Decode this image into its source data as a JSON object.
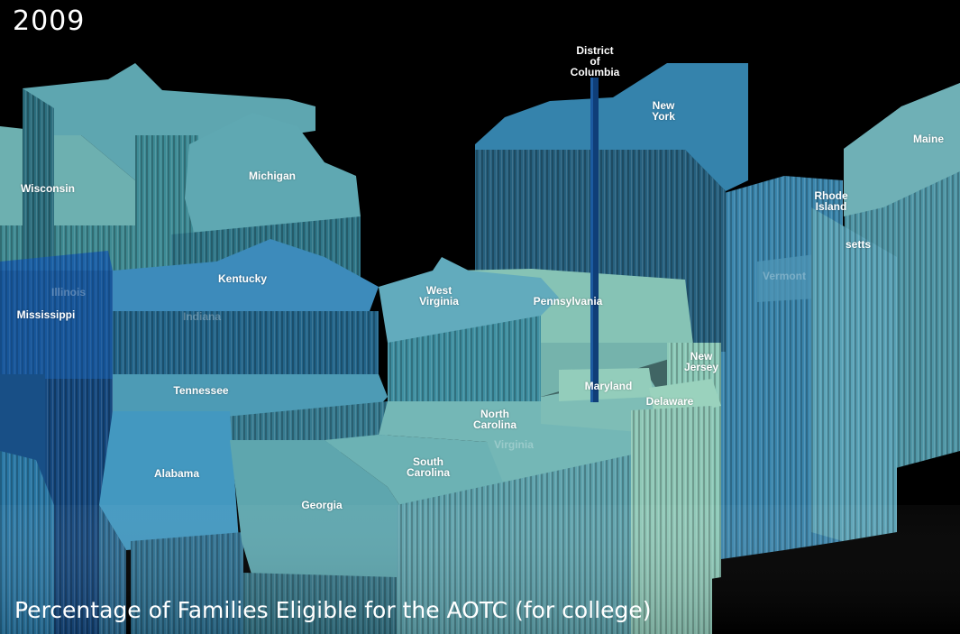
{
  "year": "2009",
  "caption": "Percentage of Families Eligible for the AOTC (for college)",
  "colors": {
    "background": "#000000",
    "deep": "#0f4f8a",
    "mid": "#2f7fae",
    "light": "#5aa3b7",
    "pale": "#86c3b5"
  },
  "state_labels": [
    {
      "name": "District\nof\nColumbia"
    },
    {
      "name": "New\nYork"
    },
    {
      "name": "Maine"
    },
    {
      "name": "Wisconsin"
    },
    {
      "name": "Michigan"
    },
    {
      "name": "Rhode\nIsland"
    },
    {
      "name": "setts"
    },
    {
      "name": "Kentucky"
    },
    {
      "name": "West\nVirginia"
    },
    {
      "name": "Pennsylvania"
    },
    {
      "name": "Mississippi"
    },
    {
      "name": "Illinois"
    },
    {
      "name": "Indiana"
    },
    {
      "name": "Vermont"
    },
    {
      "name": "New\nJersey"
    },
    {
      "name": "Maryland"
    },
    {
      "name": "Delaware"
    },
    {
      "name": "Tennessee"
    },
    {
      "name": "North\nCarolina"
    },
    {
      "name": "Virginia"
    },
    {
      "name": "Alabama"
    },
    {
      "name": "South\nCarolina"
    },
    {
      "name": "Georgia"
    }
  ]
}
